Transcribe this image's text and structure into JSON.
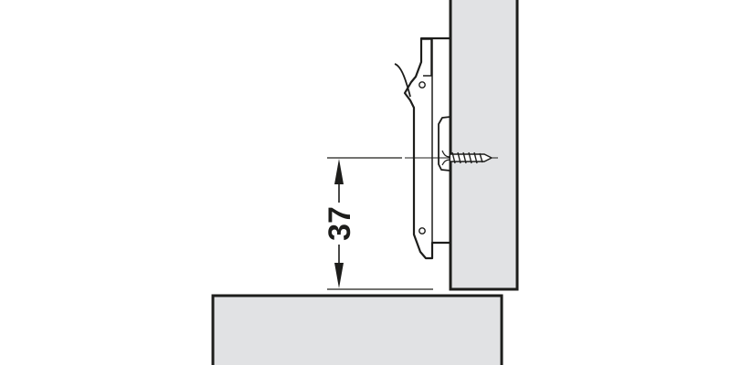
{
  "diagram": {
    "subject": "cabinet hinge mounting plate on side panel, screw-fixed",
    "dimension": {
      "value": "37",
      "orientation": "vertical",
      "meaning": "distance from bottom panel top surface to mounting plate screw axis"
    },
    "parts": [
      {
        "name": "vertical-side-panel"
      },
      {
        "name": "horizontal-panel"
      },
      {
        "name": "mounting-plate"
      },
      {
        "name": "wood-screw"
      }
    ],
    "colors": {
      "panel_fill": "#e1e2e4",
      "line": "#1d1d1b",
      "background": "#ffffff"
    }
  }
}
